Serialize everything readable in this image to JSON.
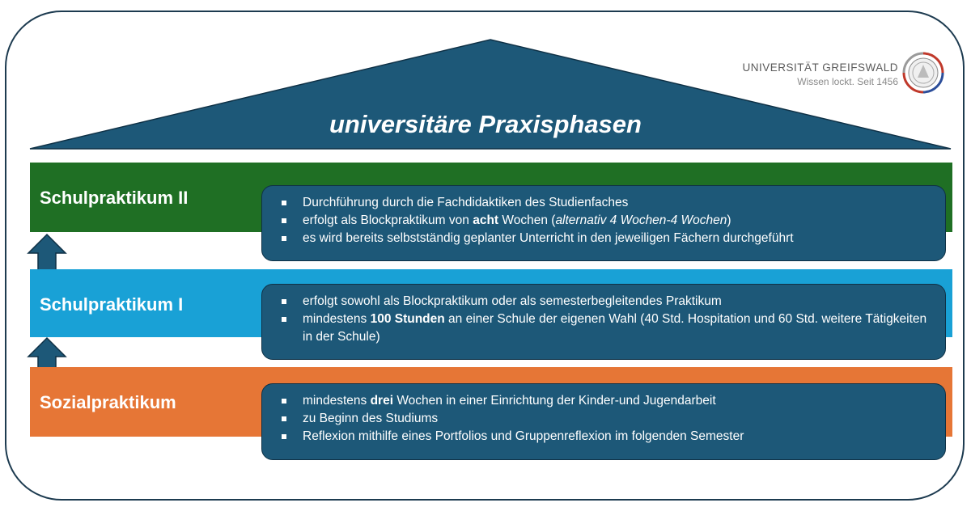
{
  "roof": {
    "title": "universitäre Praxisphasen",
    "color": "#1d5878"
  },
  "logo": {
    "name": "UNIVERSITÄT GREIFSWALD",
    "tagline": "Wissen lockt. Seit 1456"
  },
  "levels": [
    {
      "id": "sp2",
      "label": "Schulpraktikum II",
      "color": "#1f6f24",
      "items": [
        [
          {
            "t": "Durchführung durch die Fachdidaktiken des Studienfaches"
          }
        ],
        [
          {
            "t": "erfolgt als Blockpraktikum von "
          },
          {
            "t": "acht",
            "b": true
          },
          {
            "t": " Wochen ("
          },
          {
            "t": "alternativ 4 Wochen-4 Wochen",
            "i": true
          },
          {
            "t": ")"
          }
        ],
        [
          {
            "t": "es wird bereits selbstständig geplanter Unterricht in den jeweiligen Fächern durchgeführt"
          }
        ]
      ]
    },
    {
      "id": "sp1",
      "label": "Schulpraktikum I",
      "color": "#19a1d6",
      "items": [
        [
          {
            "t": "erfolgt sowohl als Blockpraktikum oder als semesterbegleitendes Praktikum"
          }
        ],
        [
          {
            "t": "mindestens "
          },
          {
            "t": "100 Stunden",
            "b": true
          },
          {
            "t": " an einer Schule der eigenen Wahl (40 Std. Hospitation und 60 Std. weitere Tätigkeiten in der Schule)"
          }
        ]
      ]
    },
    {
      "id": "soz",
      "label": "Sozialpraktikum",
      "color": "#e67636",
      "items": [
        [
          {
            "t": "mindestens "
          },
          {
            "t": "drei",
            "b": true
          },
          {
            "t": " Wochen in einer Einrichtung der Kinder-und Jugendarbeit"
          }
        ],
        [
          {
            "t": "zu Beginn des Studiums"
          }
        ],
        [
          {
            "t": "Reflexion mithilfe eines Portfolios und Gruppenreflexion im folgenden Semester"
          }
        ]
      ]
    }
  ]
}
